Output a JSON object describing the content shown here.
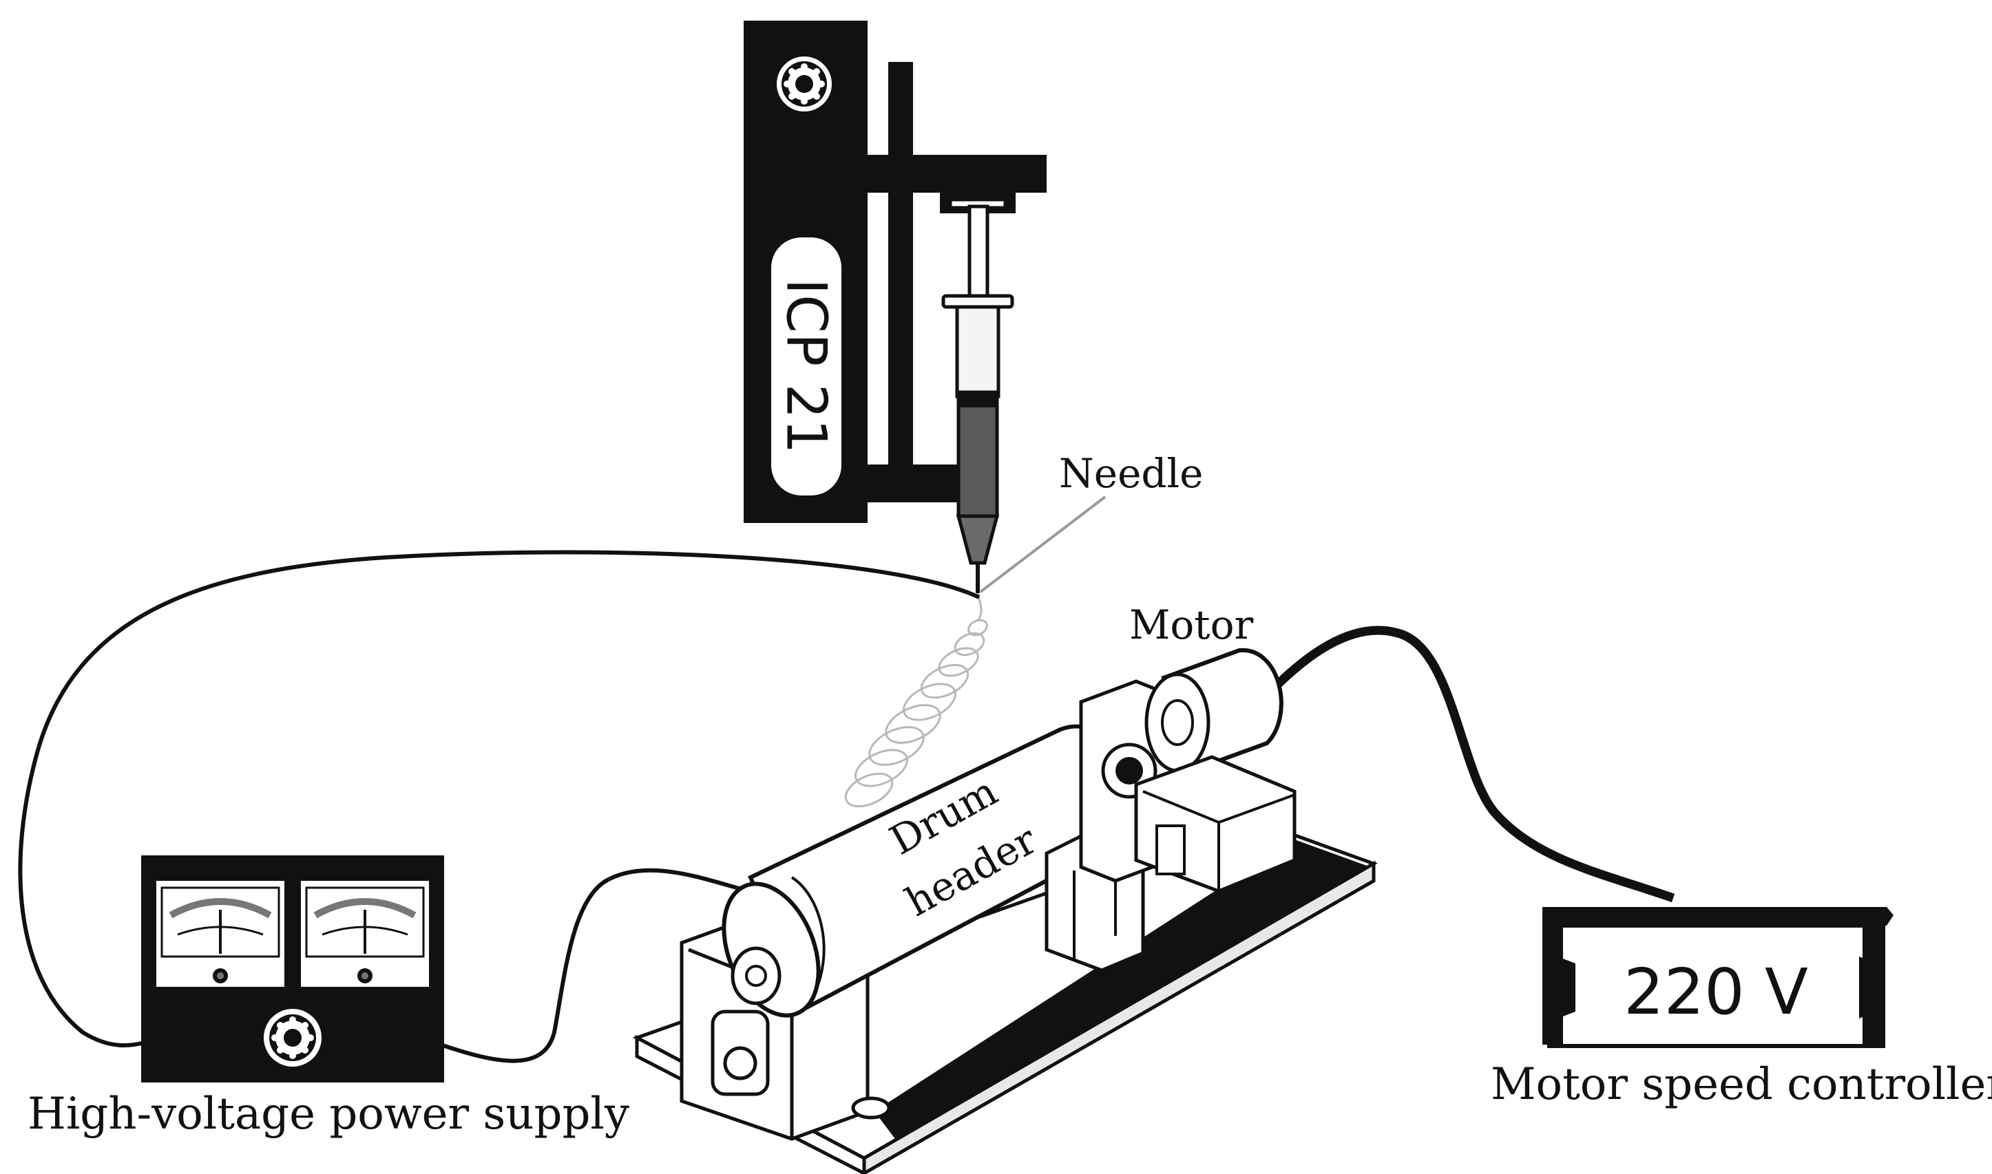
{
  "labels": {
    "pump": "ICP 21",
    "needle": "Needle",
    "motor": "Motor",
    "drum_line1": "Drum",
    "drum_line2": "header",
    "power_supply": "High-voltage power supply",
    "controller_voltage": "220 V",
    "controller": "Motor speed controller"
  },
  "colors": {
    "ink": "#111111",
    "background": "#ffffff",
    "fiber": "#b8b8b8",
    "needle_lead": "#9a9a9a"
  }
}
